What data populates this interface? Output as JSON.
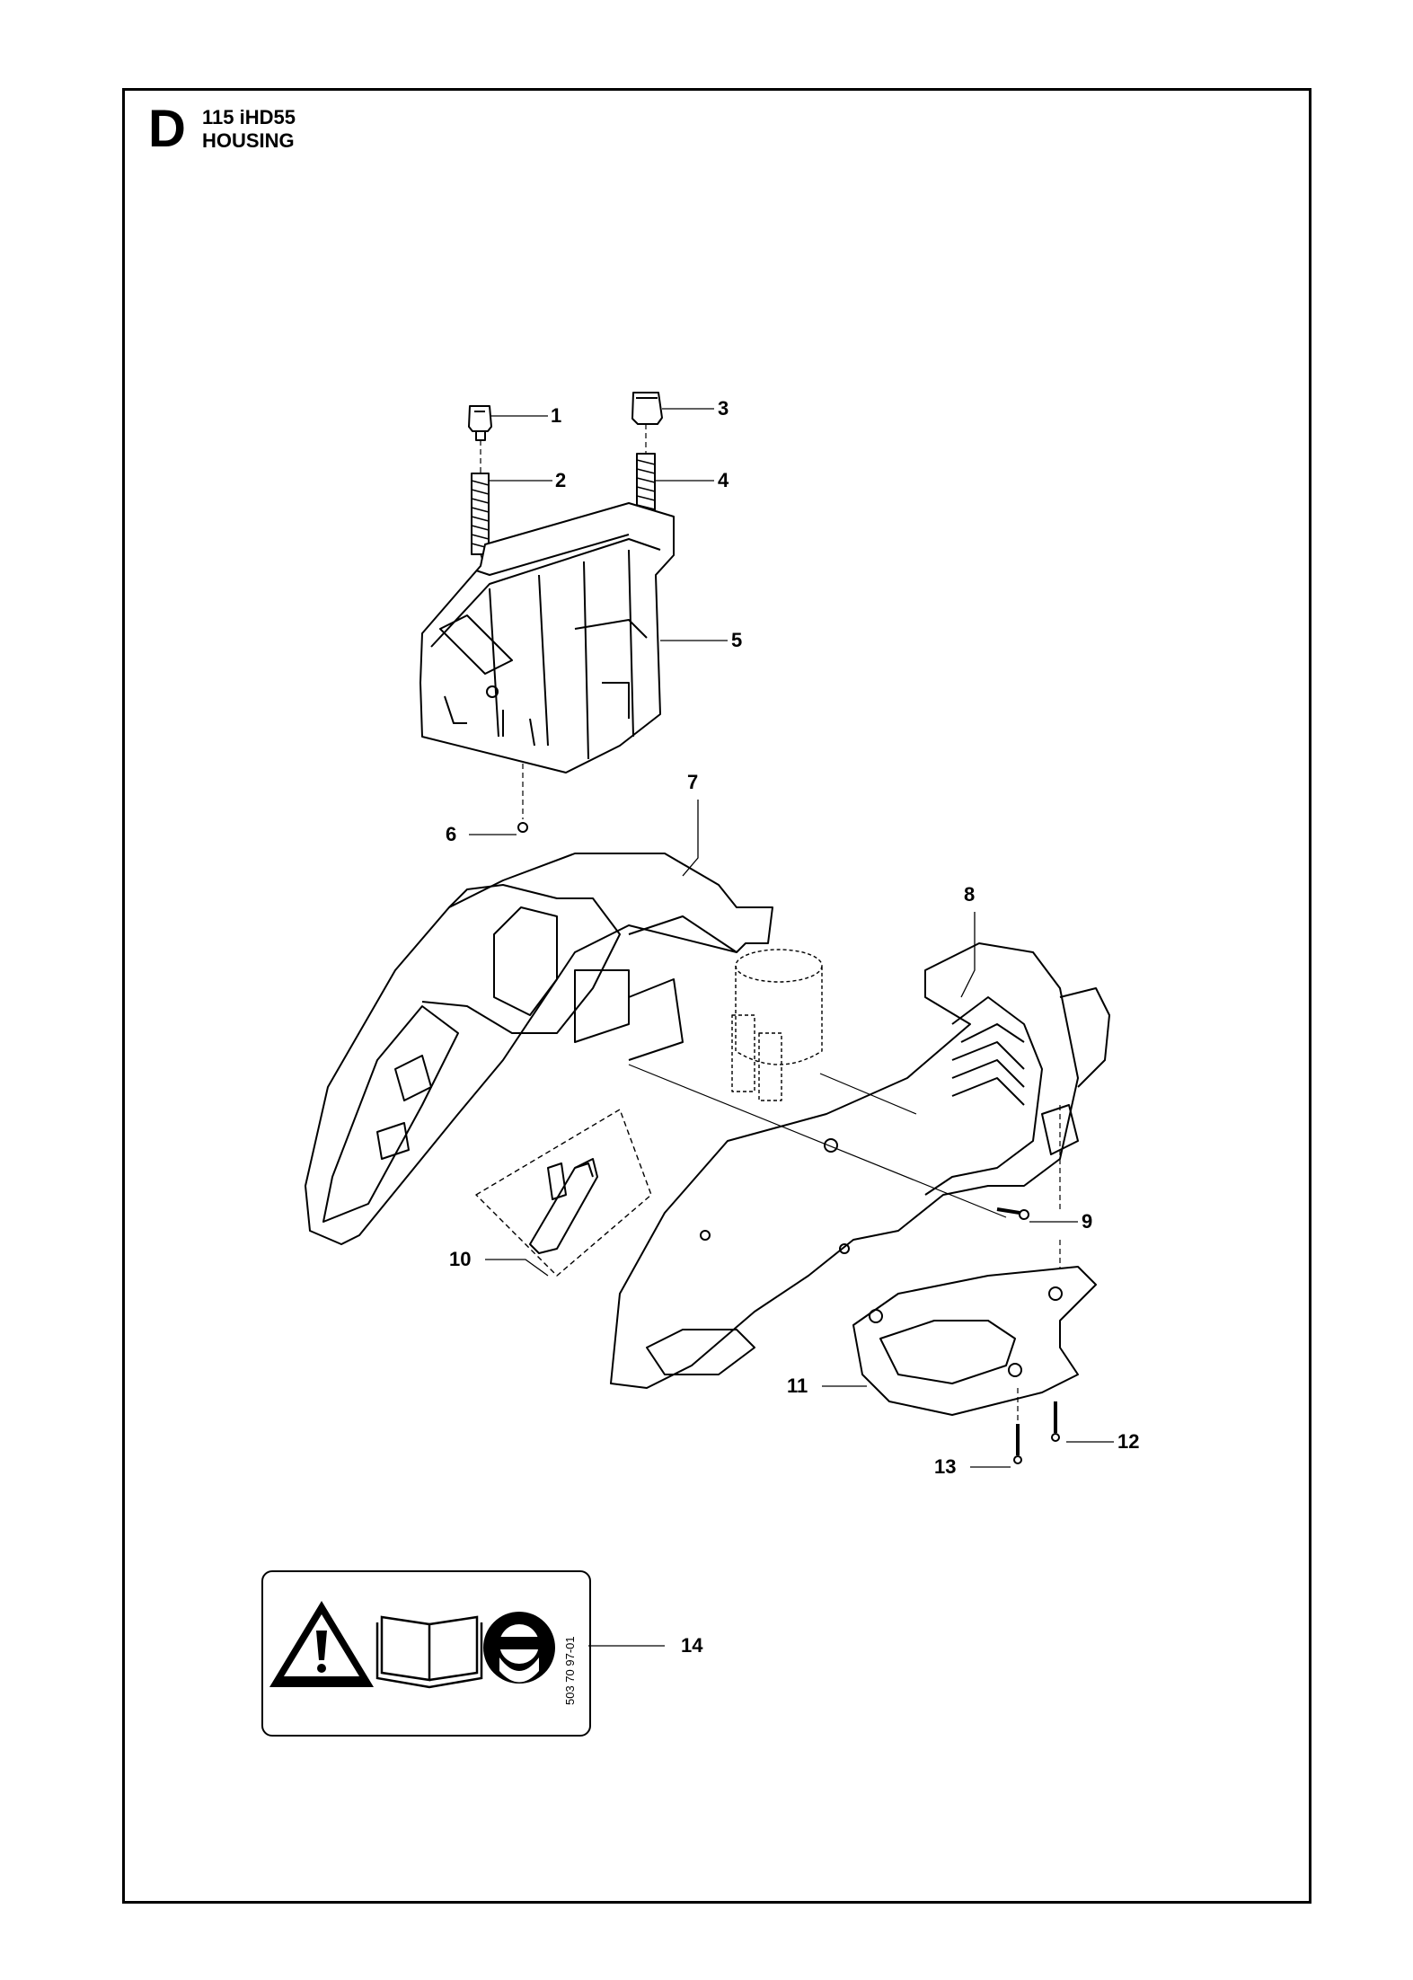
{
  "header": {
    "section_letter": "D",
    "model": "115 iHD55",
    "section_title": "HOUSING"
  },
  "callouts": [
    {
      "id": "1",
      "label": "1"
    },
    {
      "id": "2",
      "label": "2"
    },
    {
      "id": "3",
      "label": "3"
    },
    {
      "id": "4",
      "label": "4"
    },
    {
      "id": "5",
      "label": "5"
    },
    {
      "id": "6",
      "label": "6"
    },
    {
      "id": "7",
      "label": "7"
    },
    {
      "id": "8",
      "label": "8"
    },
    {
      "id": "9",
      "label": "9"
    },
    {
      "id": "10",
      "label": "10"
    },
    {
      "id": "11",
      "label": "11"
    },
    {
      "id": "12",
      "label": "12"
    },
    {
      "id": "13",
      "label": "13"
    },
    {
      "id": "14",
      "label": "14"
    }
  ],
  "label_card": {
    "part_code": "503 70 97-01",
    "icons": [
      "warning-triangle-icon",
      "manual-book-icon",
      "eye-ear-protection-icon"
    ]
  }
}
